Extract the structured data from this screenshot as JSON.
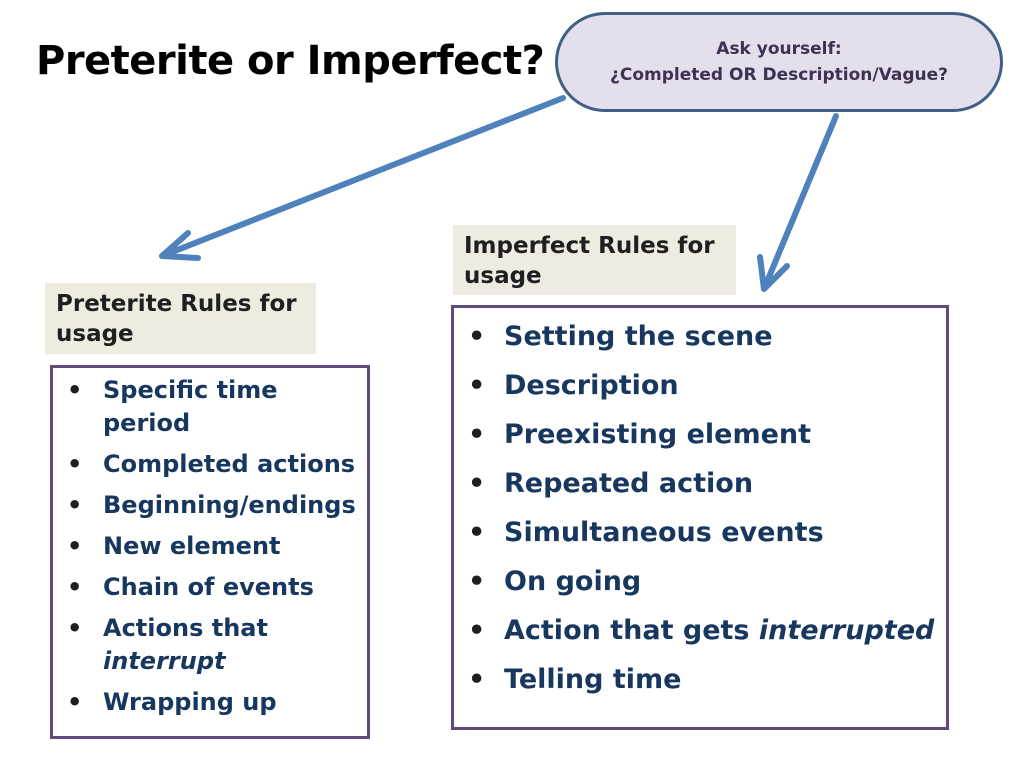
{
  "title": "Preterite or Imperfect?",
  "callout": {
    "line1": "Ask yourself:",
    "line2": "¿Completed OR Description/Vague?"
  },
  "colors": {
    "arrow": "#4f81bd",
    "callout_fill": "#e4dfec",
    "callout_border": "#3f5f85",
    "box_border": "#5f4a7a",
    "label_fill": "#eeece1",
    "bullet_text": "#17375e"
  },
  "preterite": {
    "label": "Preterite Rules for usage",
    "items": [
      {
        "text": "Specific time period"
      },
      {
        "text": "Completed actions"
      },
      {
        "text": "Beginning/endings"
      },
      {
        "text": "New element"
      },
      {
        "text": "Chain of events"
      },
      {
        "text": "Actions that ",
        "em": "interrupt"
      },
      {
        "text": "Wrapping up"
      }
    ]
  },
  "imperfect": {
    "label": "Imperfect Rules for usage",
    "items": [
      {
        "text": "Setting the scene"
      },
      {
        "text": "Description"
      },
      {
        "text": "Preexisting element"
      },
      {
        "text": "Repeated action"
      },
      {
        "text": "Simultaneous events"
      },
      {
        "text": "On going"
      },
      {
        "text": "Action that gets ",
        "em": "interrupted"
      },
      {
        "text": "Telling time"
      }
    ]
  }
}
